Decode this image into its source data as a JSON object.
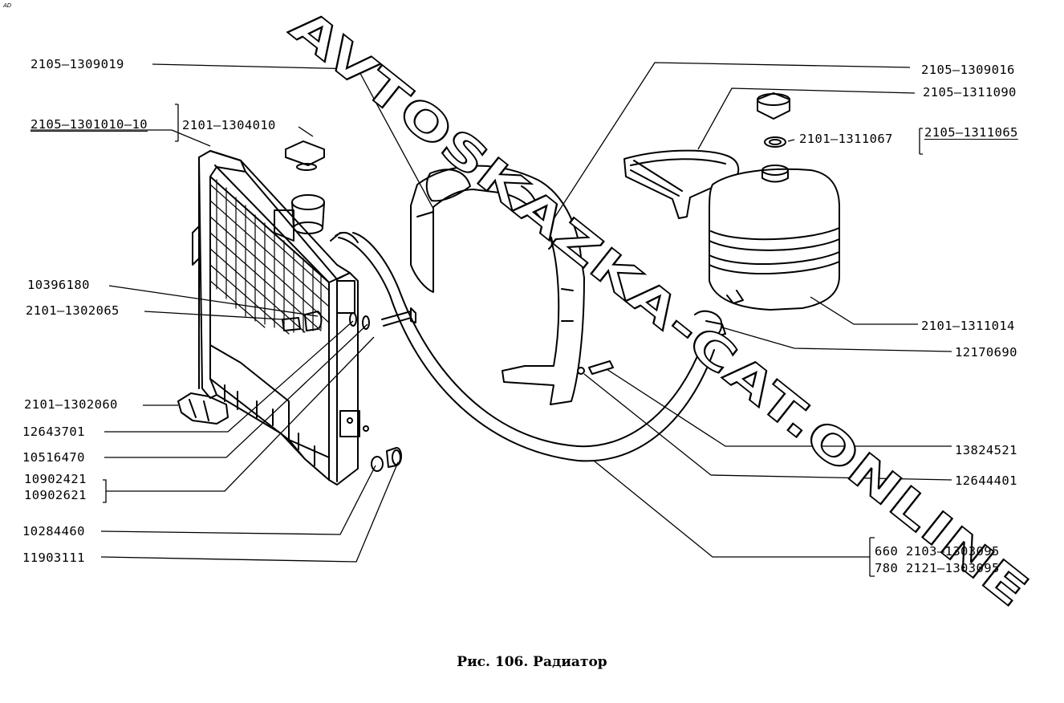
{
  "corner_mark": "AD",
  "watermark": "AVTOSKAZKA-CAT.ONLINE",
  "caption": "Рис. 106. Радиатор",
  "labels": {
    "p2105_1309019": "2105–1309019",
    "p2105_1301010_10": "2105–1301010–10",
    "p2101_1304010": "2101–1304010",
    "p10396180": "10396180",
    "p2101_1302065": "2101–1302065",
    "p2101_1302060": "2101–1302060",
    "p12643701": "12643701",
    "p10516470": "10516470",
    "p10902421": "10902421",
    "p10902621": "10902621",
    "p10284460": "10284460",
    "p11903111": "11903111",
    "p2105_1309016": "2105–1309016",
    "p2105_1311090": "2105–1311090",
    "p2101_1311067": "2101–1311067",
    "p2105_1311065": "2105–1311065",
    "p2101_1311014": "2101–1311014",
    "p12170690": "12170690",
    "p13824521": "13824521",
    "p12644401": "12644401",
    "p660_2103_1303095": "660  2103–1303095",
    "p780_2121_1303095": "780  2121–1303095"
  }
}
